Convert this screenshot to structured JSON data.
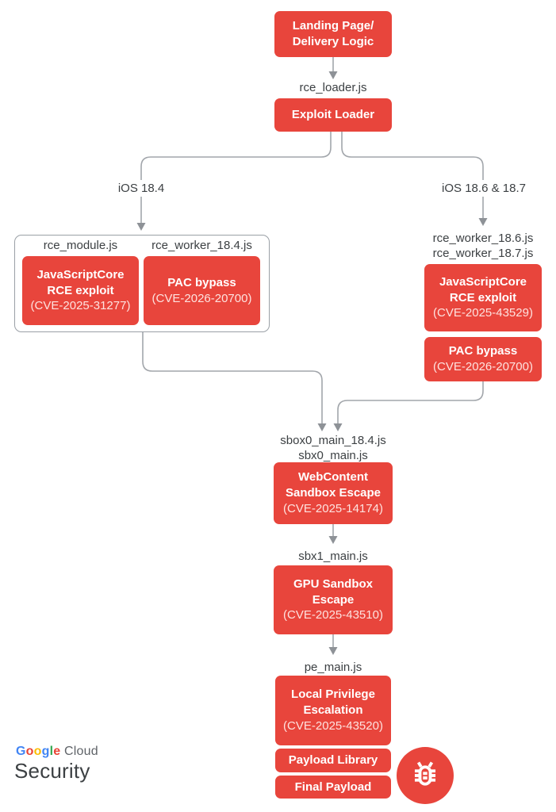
{
  "colors": {
    "box_red": "#e8453c",
    "connector_gray": "#a2a6ab",
    "group_border_gray": "#9aa0a6",
    "label_dark": "#3c4043",
    "google_blue": "#4285f4",
    "google_red": "#ea4335",
    "google_yellow": "#fbbc04",
    "google_green": "#34a853",
    "cloud_gray": "#5f6368"
  },
  "nodes": {
    "landing": {
      "title": "Landing Page/\nDelivery Logic"
    },
    "loader_file": "rce_loader.js",
    "exploit_loader": {
      "title": "Exploit Loader"
    },
    "branch_left_label": "iOS 18.4",
    "branch_right_label": "iOS 18.6 & 18.7",
    "group_184": {
      "file_left": "rce_module.js",
      "file_right": "rce_worker_18.4.js",
      "jsc": {
        "title": "JavaScriptCore\nRCE exploit",
        "cve": "(CVE-2025-31277)"
      },
      "pac": {
        "title": "PAC bypass",
        "cve": "(CVE-2026-20700)"
      }
    },
    "col_1867": {
      "files": "rce_worker_18.6.js\nrce_worker_18.7.js",
      "jsc": {
        "title": "JavaScriptCore\nRCE exploit",
        "cve": "(CVE-2025-43529)"
      },
      "pac": {
        "title": "PAC bypass",
        "cve": "(CVE-2026-20700)"
      }
    },
    "sbox_files": "sbox0_main_18.4.js\nsbx0_main.js",
    "webcontent": {
      "title": "WebContent\nSandbox Escape",
      "cve": "(CVE-2025-14174)"
    },
    "sbx1_file": "sbx1_main.js",
    "gpu": {
      "title": "GPU Sandbox\nEscape",
      "cve": "(CVE-2025-43510)"
    },
    "pe_file": "pe_main.js",
    "lpe": {
      "title": "Local Privilege\nEscalation",
      "cve": "(CVE-2025-43520)"
    },
    "payload_library": {
      "title": "Payload Library"
    },
    "final_payload": {
      "title": "Final Payload"
    }
  },
  "icons": {
    "final_payload_badge": "bug-icon"
  },
  "footer": {
    "brand": {
      "letters": [
        {
          "ch": "G",
          "color": "#4285f4"
        },
        {
          "ch": "o",
          "color": "#ea4335"
        },
        {
          "ch": "o",
          "color": "#fbbc04"
        },
        {
          "ch": "g",
          "color": "#4285f4"
        },
        {
          "ch": "l",
          "color": "#34a853"
        },
        {
          "ch": "e",
          "color": "#ea4335"
        }
      ],
      "suffix": " Cloud"
    },
    "product": "Security"
  }
}
